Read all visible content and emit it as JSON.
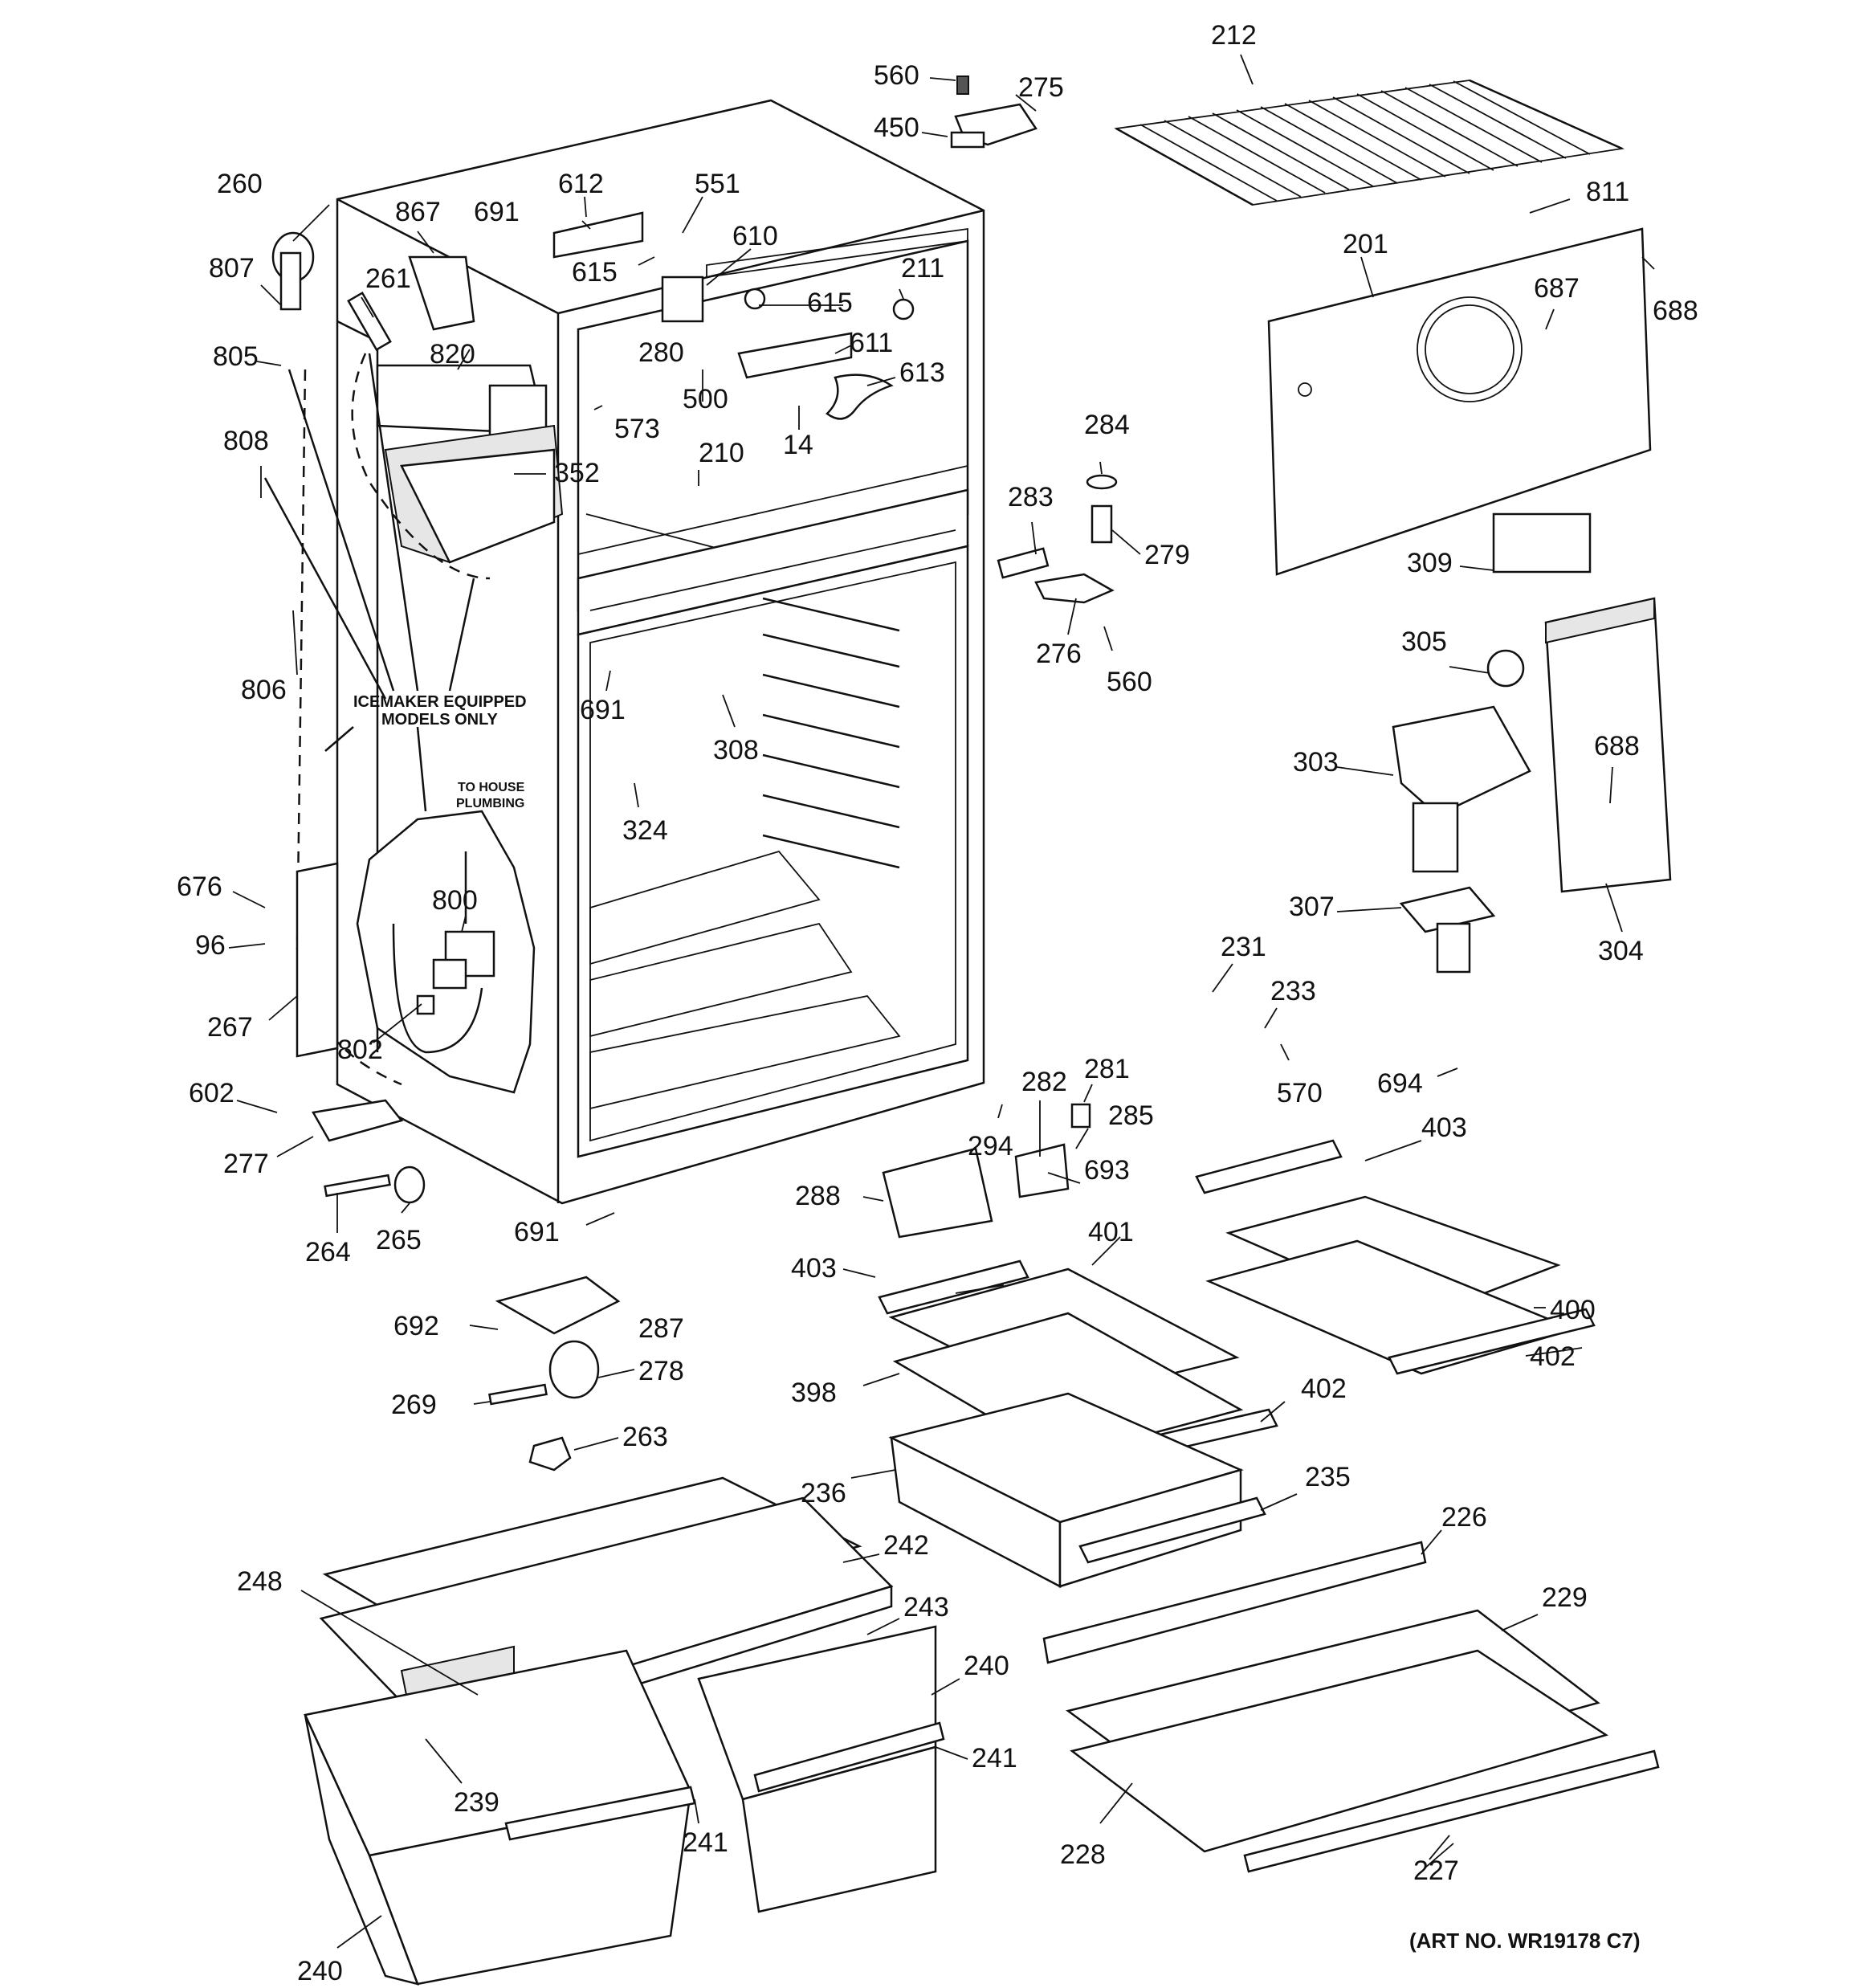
{
  "diagram": {
    "callouts": [
      {
        "id": "560a",
        "text": "560"
      },
      {
        "id": "275",
        "text": "275"
      },
      {
        "id": "450",
        "text": "450"
      },
      {
        "id": "212",
        "text": "212"
      },
      {
        "id": "811",
        "text": "811"
      },
      {
        "id": "201",
        "text": "201"
      },
      {
        "id": "688a",
        "text": "688"
      },
      {
        "id": "687",
        "text": "687"
      },
      {
        "id": "260",
        "text": "260"
      },
      {
        "id": "867",
        "text": "867"
      },
      {
        "id": "691a",
        "text": "691"
      },
      {
        "id": "612",
        "text": "612"
      },
      {
        "id": "551",
        "text": "551"
      },
      {
        "id": "610",
        "text": "610"
      },
      {
        "id": "807",
        "text": "807"
      },
      {
        "id": "261",
        "text": "261"
      },
      {
        "id": "615a",
        "text": "615"
      },
      {
        "id": "211",
        "text": "211"
      },
      {
        "id": "615b",
        "text": "615"
      },
      {
        "id": "805",
        "text": "805"
      },
      {
        "id": "820",
        "text": "820"
      },
      {
        "id": "280",
        "text": "280"
      },
      {
        "id": "611",
        "text": "611"
      },
      {
        "id": "613",
        "text": "613"
      },
      {
        "id": "573",
        "text": "573"
      },
      {
        "id": "500",
        "text": "500"
      },
      {
        "id": "14",
        "text": "14"
      },
      {
        "id": "284",
        "text": "284"
      },
      {
        "id": "808",
        "text": "808"
      },
      {
        "id": "352",
        "text": "352"
      },
      {
        "id": "210",
        "text": "210"
      },
      {
        "id": "283",
        "text": "283"
      },
      {
        "id": "279",
        "text": "279"
      },
      {
        "id": "309",
        "text": "309"
      },
      {
        "id": "305",
        "text": "305"
      },
      {
        "id": "276",
        "text": "276"
      },
      {
        "id": "560b",
        "text": "560"
      },
      {
        "id": "691b",
        "text": "691"
      },
      {
        "id": "806",
        "text": "806"
      },
      {
        "id": "308",
        "text": "308"
      },
      {
        "id": "303",
        "text": "303"
      },
      {
        "id": "688b",
        "text": "688"
      },
      {
        "id": "324",
        "text": "324"
      },
      {
        "id": "676",
        "text": "676"
      },
      {
        "id": "800",
        "text": "800"
      },
      {
        "id": "307",
        "text": "307"
      },
      {
        "id": "96",
        "text": "96"
      },
      {
        "id": "231",
        "text": "231"
      },
      {
        "id": "304",
        "text": "304"
      },
      {
        "id": "233",
        "text": "233"
      },
      {
        "id": "267",
        "text": "267"
      },
      {
        "id": "802",
        "text": "802"
      },
      {
        "id": "570",
        "text": "570"
      },
      {
        "id": "694",
        "text": "694"
      },
      {
        "id": "282",
        "text": "282"
      },
      {
        "id": "281",
        "text": "281"
      },
      {
        "id": "602",
        "text": "602"
      },
      {
        "id": "285",
        "text": "285"
      },
      {
        "id": "294",
        "text": "294"
      },
      {
        "id": "403a",
        "text": "403"
      },
      {
        "id": "277",
        "text": "277"
      },
      {
        "id": "693",
        "text": "693"
      },
      {
        "id": "288",
        "text": "288"
      },
      {
        "id": "265",
        "text": "265"
      },
      {
        "id": "691c",
        "text": "691"
      },
      {
        "id": "401",
        "text": "401"
      },
      {
        "id": "264",
        "text": "264"
      },
      {
        "id": "403b",
        "text": "403"
      },
      {
        "id": "400",
        "text": "400"
      },
      {
        "id": "692",
        "text": "692"
      },
      {
        "id": "287",
        "text": "287"
      },
      {
        "id": "402a",
        "text": "402"
      },
      {
        "id": "269",
        "text": "269"
      },
      {
        "id": "278",
        "text": "278"
      },
      {
        "id": "398",
        "text": "398"
      },
      {
        "id": "402b",
        "text": "402"
      },
      {
        "id": "263",
        "text": "263"
      },
      {
        "id": "236",
        "text": "236"
      },
      {
        "id": "235",
        "text": "235"
      },
      {
        "id": "226",
        "text": "226"
      },
      {
        "id": "242",
        "text": "242"
      },
      {
        "id": "248",
        "text": "248"
      },
      {
        "id": "243",
        "text": "243"
      },
      {
        "id": "229",
        "text": "229"
      },
      {
        "id": "240a",
        "text": "240"
      },
      {
        "id": "241a",
        "text": "241"
      },
      {
        "id": "239",
        "text": "239"
      },
      {
        "id": "241b",
        "text": "241"
      },
      {
        "id": "228",
        "text": "228"
      },
      {
        "id": "227",
        "text": "227"
      },
      {
        "id": "240b",
        "text": "240"
      }
    ],
    "notes": {
      "icemaker_line1": "ICEMAKER EQUIPPED",
      "icemaker_line2": "MODELS ONLY",
      "plumbing_line1": "TO HOUSE",
      "plumbing_line2": "PLUMBING"
    },
    "art_number": "(ART NO. WR19178 C7)"
  }
}
